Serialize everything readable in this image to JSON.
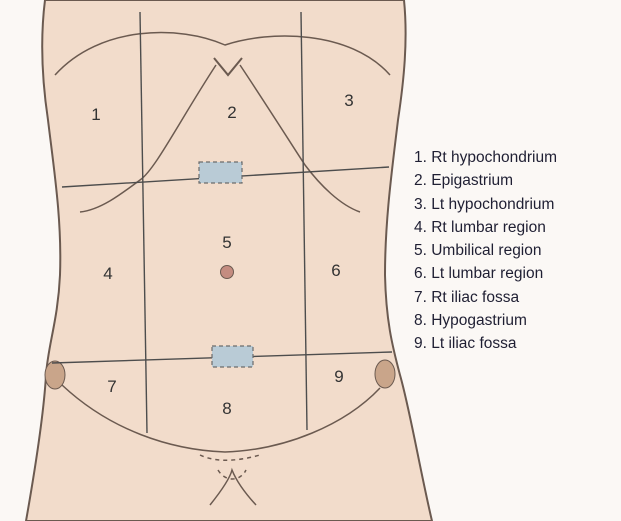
{
  "regions": [
    {
      "number": "1",
      "name": "Rt hypochondrium"
    },
    {
      "number": "2",
      "name": "Epigastrium"
    },
    {
      "number": "3",
      "name": "Lt hypochondrium"
    },
    {
      "number": "4",
      "name": "Rt lumbar region"
    },
    {
      "number": "5",
      "name": "Umbilical region"
    },
    {
      "number": "6",
      "name": "Lt lumbar region"
    },
    {
      "number": "7",
      "name": "Rt iliac fossa"
    },
    {
      "number": "8",
      "name": "Hypogastrium"
    },
    {
      "number": "9",
      "name": "Lt iliac fossa"
    }
  ],
  "legend": [
    "1. Rt hypochondrium",
    "2. Epigastrium",
    "3. Lt hypochondrium",
    "4. Rt lumbar region",
    "5. Umbilical region",
    "6. Lt lumbar region",
    "7. Rt iliac fossa",
    "8. Hypogastrium",
    "9. Lt iliac fossa"
  ],
  "colors": {
    "skin": "#f2dccb",
    "outline": "#6b5a50",
    "marker": "#b9cbd6",
    "umbilicus": "#c48c80",
    "hip": "#c9a58a"
  }
}
